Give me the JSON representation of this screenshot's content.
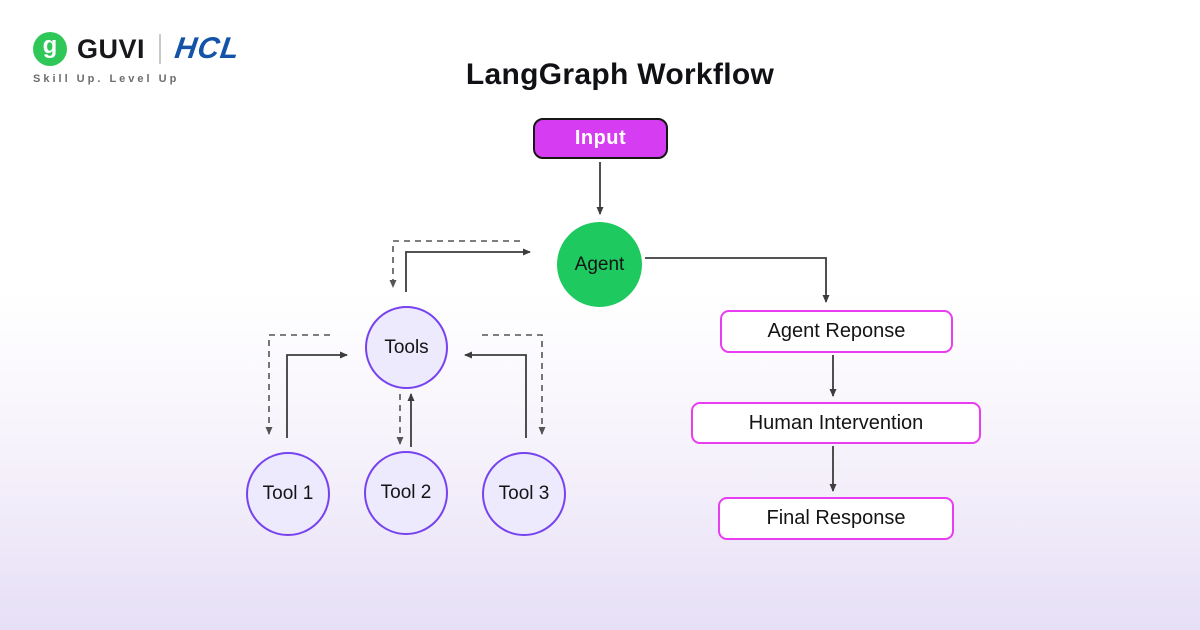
{
  "brand": {
    "guvi_icon": "g",
    "guvi_label": "GUVI",
    "hcl_label": "HCL",
    "tagline": "Skill Up. Level Up",
    "guvi_green": "#2fc757",
    "hcl_blue": "#1353a8"
  },
  "page": {
    "title": "LangGraph Workflow"
  },
  "diagram": {
    "nodes": {
      "input": {
        "label": "Input",
        "fill": "#d63df2",
        "border": "#161616",
        "text_color": "#ffffff",
        "shape": "rounded-rect"
      },
      "agent": {
        "label": "Agent",
        "fill": "#1ec95f",
        "shape": "circle"
      },
      "tools": {
        "label": "Tools",
        "fill": "#eceafc",
        "border": "#7743ef",
        "shape": "circle"
      },
      "tool1": {
        "label": "Tool 1",
        "fill": "#eceafc",
        "border": "#7743ef",
        "shape": "circle"
      },
      "tool2": {
        "label": "Tool 2",
        "fill": "#eceafc",
        "border": "#7743ef",
        "shape": "circle"
      },
      "tool3": {
        "label": "Tool 3",
        "fill": "#eceafc",
        "border": "#7743ef",
        "shape": "circle"
      },
      "agent_response": {
        "label": "Agent Reponse",
        "fill": "#ffffff",
        "border": "#e83df0",
        "shape": "rounded-rect"
      },
      "human_intervention": {
        "label": "Human Intervention",
        "fill": "#ffffff",
        "border": "#e83df0",
        "shape": "rounded-rect"
      },
      "final_response": {
        "label": "Final Response",
        "fill": "#ffffff",
        "border": "#e83df0",
        "shape": "rounded-rect"
      }
    },
    "edges": [
      {
        "from": "input",
        "to": "agent",
        "style": "solid"
      },
      {
        "from": "agent",
        "to": "agent_response",
        "style": "solid"
      },
      {
        "from": "agent_response",
        "to": "human_intervention",
        "style": "solid"
      },
      {
        "from": "human_intervention",
        "to": "final_response",
        "style": "solid"
      },
      {
        "from": "agent",
        "to": "tools",
        "style": "dashed"
      },
      {
        "from": "tools",
        "to": "agent",
        "style": "solid"
      },
      {
        "from": "tools",
        "to": "tool1",
        "style": "dashed"
      },
      {
        "from": "tool1",
        "to": "tools",
        "style": "solid"
      },
      {
        "from": "tools",
        "to": "tool2",
        "style": "dashed"
      },
      {
        "from": "tool2",
        "to": "tools",
        "style": "solid"
      },
      {
        "from": "tools",
        "to": "tool3",
        "style": "dashed"
      },
      {
        "from": "tool3",
        "to": "tools",
        "style": "solid"
      }
    ],
    "edge_colors": {
      "solid": "#3d3d3d",
      "dashed": "#555555"
    },
    "background_gradient": [
      "#ffffff",
      "#e6dff6"
    ]
  }
}
